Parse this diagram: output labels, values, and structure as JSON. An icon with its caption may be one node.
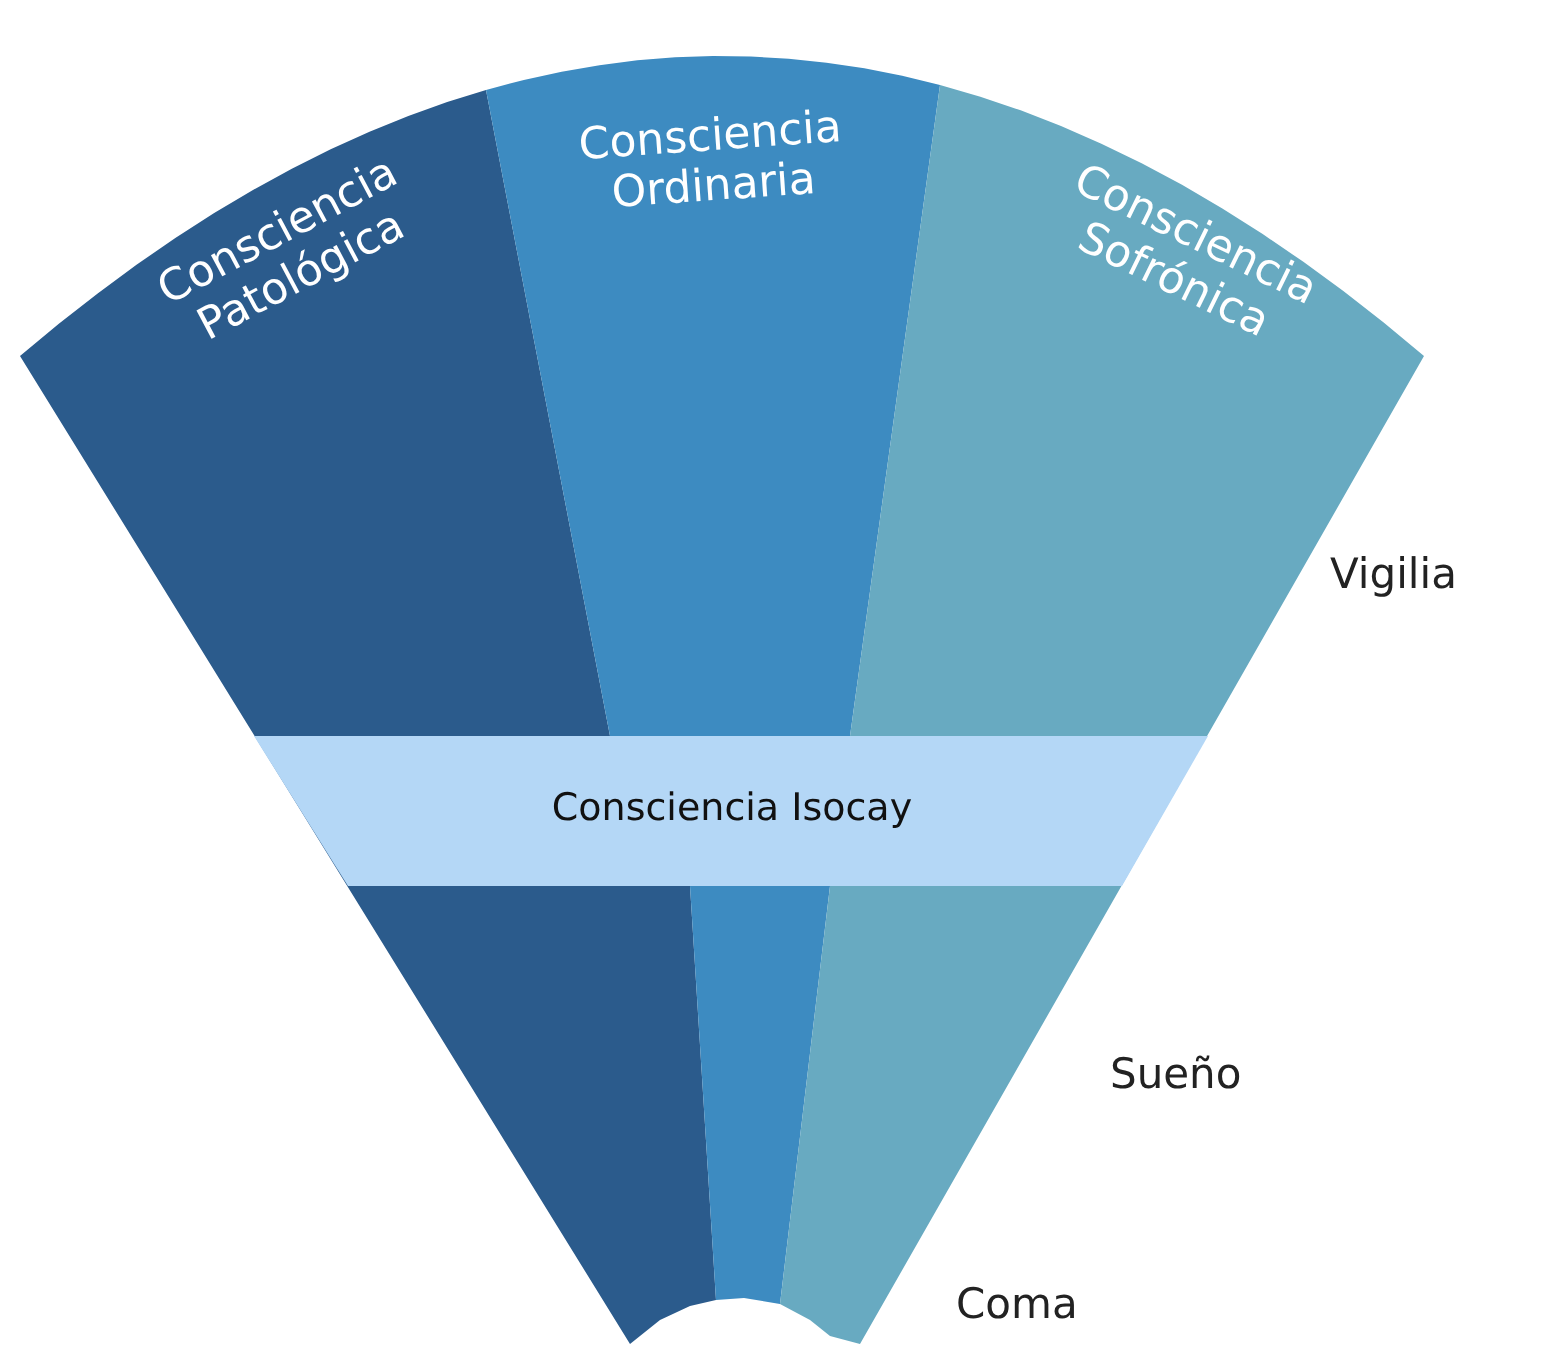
{
  "diagram": {
    "nodes": [
      {
        "text": [
          "Consciencia Patológica"
        ]
      },
      {
        "text": [
          "Consciencia Ordinaria"
        ]
      },
      {
        "text": [
          "Consciencia Sofrónica"
        ]
      },
      {
        "text": [
          "Consciencia Isocay"
        ]
      }
    ],
    "labels": [
      "Vigilia",
      "Sueño",
      "Coma"
    ]
  }
}
